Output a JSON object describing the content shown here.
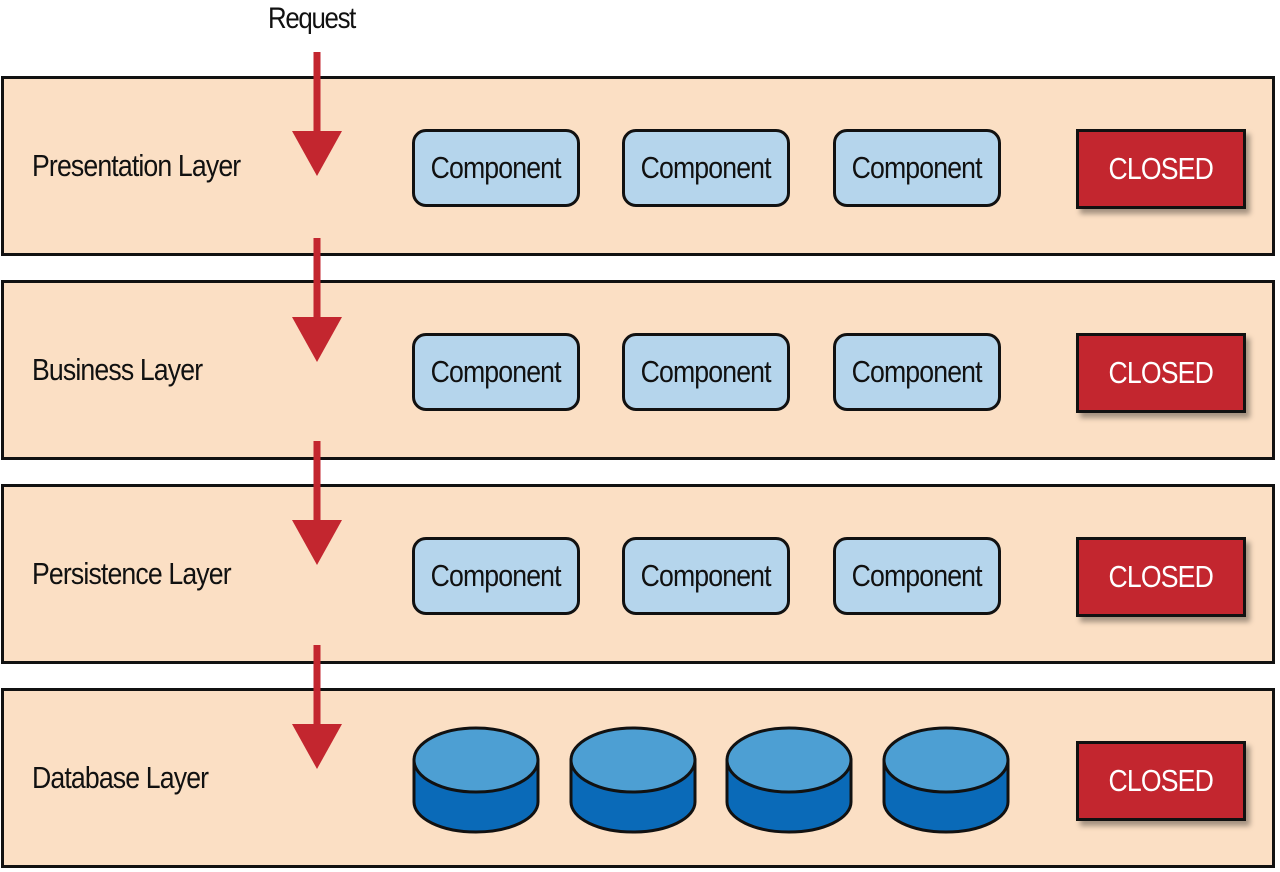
{
  "request_label": "Request",
  "layers": [
    {
      "name": "Presentation Layer",
      "components": [
        "Component",
        "Component",
        "Component"
      ],
      "status": "CLOSED"
    },
    {
      "name": "Business Layer",
      "components": [
        "Component",
        "Component",
        "Component"
      ],
      "status": "CLOSED"
    },
    {
      "name": "Persistence Layer",
      "components": [
        "Component",
        "Component",
        "Component"
      ],
      "status": "CLOSED"
    },
    {
      "name": "Database Layer",
      "databases": 4,
      "status": "CLOSED"
    }
  ],
  "colors": {
    "layer_fill": "#fbdfc4",
    "component_fill": "#b5d5ec",
    "closed_fill": "#c3262f",
    "arrow": "#c3262f",
    "db_top": "#4d9fd3",
    "db_body": "#0a6ab8"
  }
}
